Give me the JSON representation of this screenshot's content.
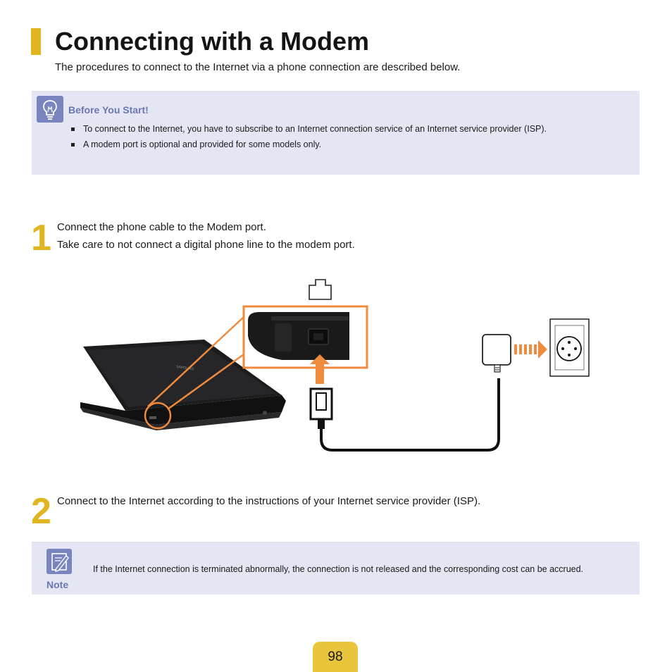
{
  "header": {
    "title": "Connecting with a Modem",
    "subtitle": "The procedures to connect to the Internet via a phone connection are described below."
  },
  "tip": {
    "heading": "Before You Start!",
    "items": [
      "To connect to the Internet, you have to subscribe to an Internet connection service of an Internet service provider (ISP).",
      "A modem port is optional and provided for some models only."
    ]
  },
  "steps": [
    {
      "number": "1",
      "lines": [
        "Connect the phone cable to the Modem port.",
        "Take care to not connect a digital phone line to the modem port."
      ]
    },
    {
      "number": "2",
      "lines": [
        "Connect to the Internet according to the instructions of your Internet service provider (ISP)."
      ]
    }
  ],
  "illustration": {
    "laptop_brand": "SAMSUNG",
    "accent_color": "#f08a3c",
    "icons": [
      "modem-port-icon",
      "laptop",
      "phone-plug",
      "wall-jack"
    ]
  },
  "note": {
    "label": "Note",
    "text": "If the Internet connection is terminated abnormally, the connection is not released and the corresponding cost can be accrued."
  },
  "footer": {
    "page_number": "98"
  },
  "colors": {
    "accent_yellow": "#e0b520",
    "tip_background": "#e4e7f3",
    "tip_heading": "#6b76b4",
    "icon_background": "#7a84be"
  }
}
